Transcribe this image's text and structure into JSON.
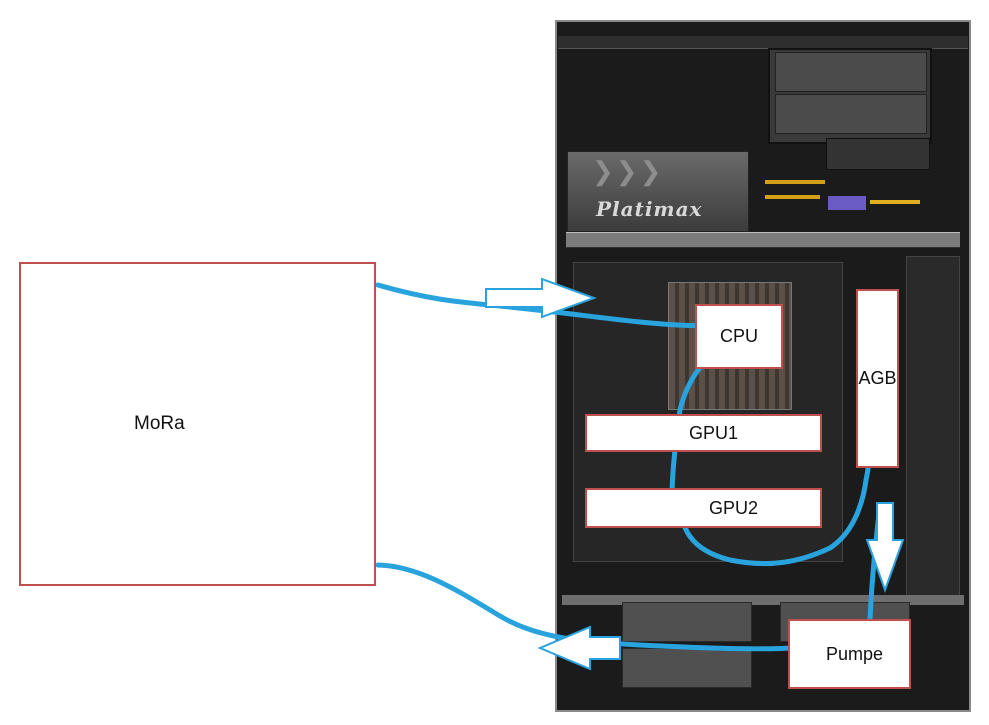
{
  "diagram": {
    "radiator_label": "MoRa",
    "components": {
      "cpu": "CPU",
      "reservoir": "AGB",
      "gpu1": "GPU1",
      "gpu2": "GPU2",
      "pump": "Pumpe"
    },
    "psu_brand": "Platimax",
    "colors": {
      "tube": "#29a3dd",
      "box_border": "#c0504d",
      "case": "#1b1b1b"
    },
    "flow_arrows": [
      "arrow-right-icon",
      "arrow-down-icon",
      "arrow-left-icon"
    ]
  }
}
